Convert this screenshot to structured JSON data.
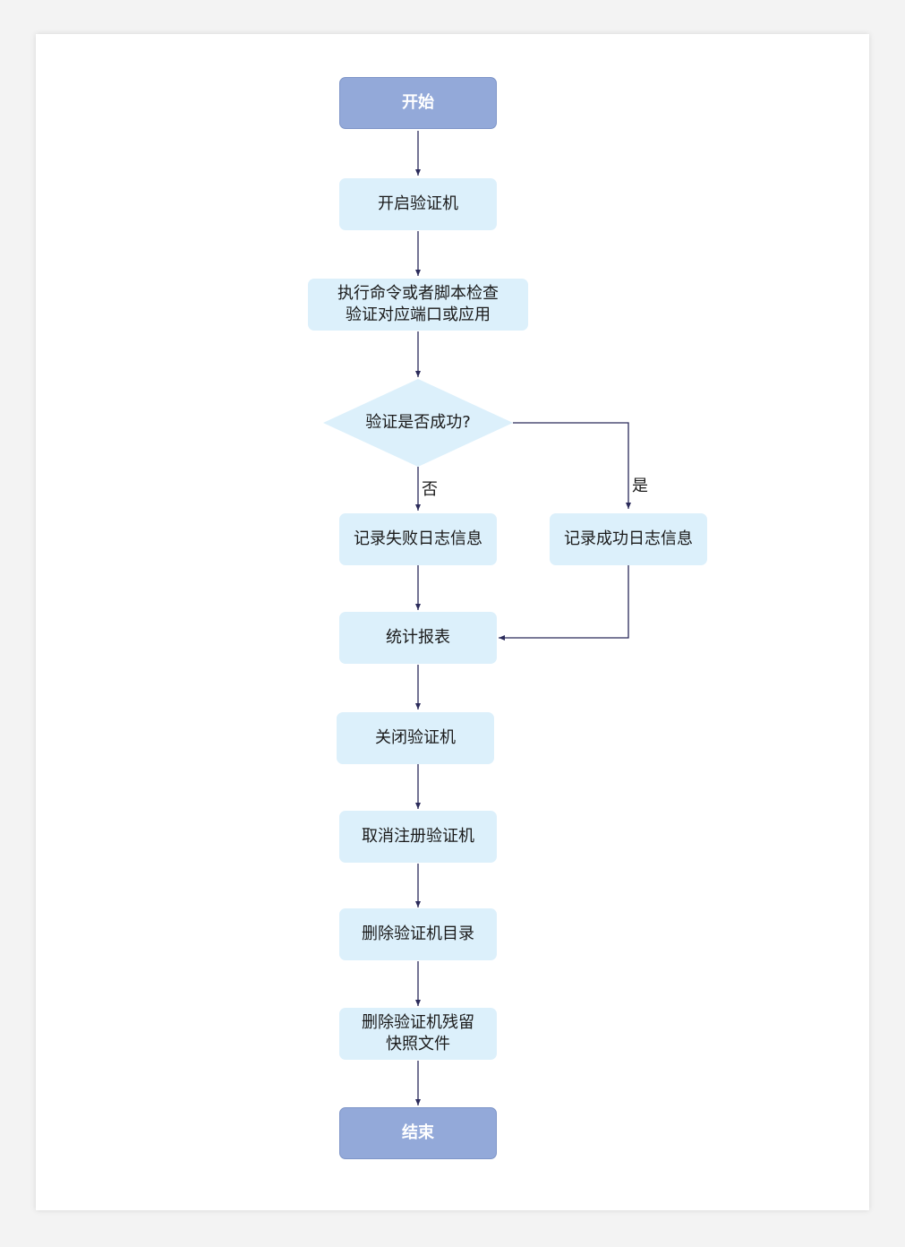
{
  "nodes": {
    "start": "开始",
    "boot_verifier": "开启验证机",
    "run_check": "执行命令或者脚本检查\n验证对应端口或应用",
    "decision": "验证是否成功?",
    "log_failure": "记录失败日志信息",
    "log_success": "记录成功日志信息",
    "report": "统计报表",
    "shutdown_verifier": "关闭验证机",
    "unregister_verifier": "取消注册验证机",
    "delete_dir": "删除验证机目录",
    "delete_snapshots": "删除验证机残留\n快照文件",
    "end": "结束"
  },
  "edge_labels": {
    "no": "否",
    "yes": "是"
  },
  "colors": {
    "terminal_fill": "#93a9d9",
    "process_fill": "#dcf0fb",
    "connector": "#2a2a5a"
  }
}
